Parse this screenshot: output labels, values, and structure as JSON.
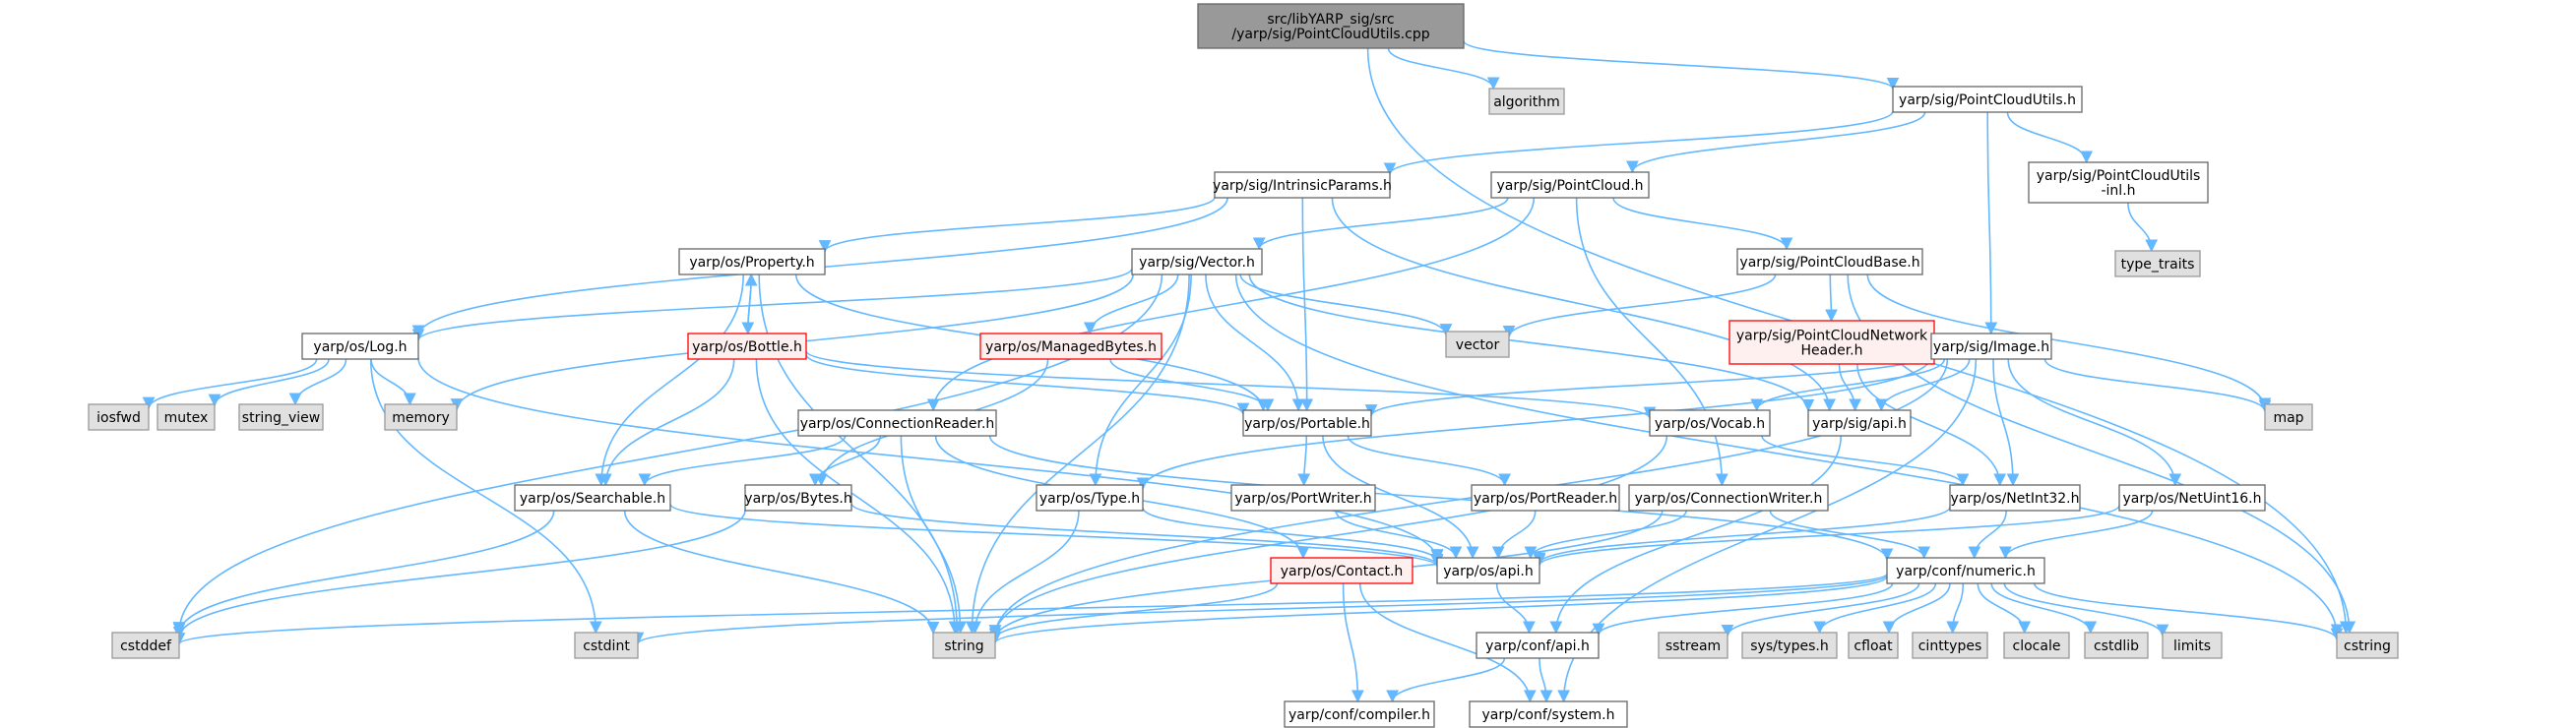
{
  "colors": {
    "edge": "#63b8ff",
    "node_fill": "#ffffff",
    "node_stroke": "#666666",
    "root_fill": "#999999",
    "root_stroke": "#666666",
    "system_fill": "#e0e0e0",
    "system_stroke": "#999999",
    "truncated_fill": "#fff0f0",
    "truncated_stroke": "#ff0000"
  },
  "nodes": [
    {
      "id": "root",
      "style": "root",
      "lines": [
        "src/libYARP_sig/src",
        "/yarp/sig/PointCloudUtils.cpp"
      ]
    },
    {
      "id": "algorithm",
      "style": "system",
      "lines": [
        "algorithm"
      ]
    },
    {
      "id": "pcu_h",
      "style": "normal",
      "lines": [
        "yarp/sig/PointCloudUtils.h"
      ]
    },
    {
      "id": "pcu_inl",
      "style": "normal",
      "lines": [
        "yarp/sig/PointCloudUtils",
        "-inl.h"
      ]
    },
    {
      "id": "type_traits",
      "style": "system",
      "lines": [
        "type_traits"
      ]
    },
    {
      "id": "intrinsic",
      "style": "normal",
      "lines": [
        "yarp/sig/IntrinsicParams.h"
      ]
    },
    {
      "id": "pointcloud",
      "style": "normal",
      "lines": [
        "yarp/sig/PointCloud.h"
      ]
    },
    {
      "id": "property",
      "style": "normal",
      "lines": [
        "yarp/os/Property.h"
      ]
    },
    {
      "id": "vector_h",
      "style": "normal",
      "lines": [
        "yarp/sig/Vector.h"
      ]
    },
    {
      "id": "pcbase",
      "style": "normal",
      "lines": [
        "yarp/sig/PointCloudBase.h"
      ]
    },
    {
      "id": "log",
      "style": "normal",
      "lines": [
        "yarp/os/Log.h"
      ]
    },
    {
      "id": "bottle",
      "style": "truncated",
      "lines": [
        "yarp/os/Bottle.h"
      ]
    },
    {
      "id": "managed",
      "style": "truncated",
      "lines": [
        "yarp/os/ManagedBytes.h"
      ]
    },
    {
      "id": "vector_sys",
      "style": "system",
      "lines": [
        "vector"
      ]
    },
    {
      "id": "pcnh",
      "style": "truncated",
      "lines": [
        "yarp/sig/PointCloudNetwork",
        "Header.h"
      ]
    },
    {
      "id": "image",
      "style": "normal",
      "lines": [
        "yarp/sig/Image.h"
      ]
    },
    {
      "id": "iosfwd",
      "style": "system",
      "lines": [
        "iosfwd"
      ]
    },
    {
      "id": "mutex",
      "style": "system",
      "lines": [
        "mutex"
      ]
    },
    {
      "id": "string_view",
      "style": "system",
      "lines": [
        "string_view"
      ]
    },
    {
      "id": "memory",
      "style": "system",
      "lines": [
        "memory"
      ]
    },
    {
      "id": "connreader",
      "style": "normal",
      "lines": [
        "yarp/os/ConnectionReader.h"
      ]
    },
    {
      "id": "portable",
      "style": "normal",
      "lines": [
        "yarp/os/Portable.h"
      ]
    },
    {
      "id": "vocab",
      "style": "normal",
      "lines": [
        "yarp/os/Vocab.h"
      ]
    },
    {
      "id": "sigapi",
      "style": "normal",
      "lines": [
        "yarp/sig/api.h"
      ]
    },
    {
      "id": "map",
      "style": "system",
      "lines": [
        "map"
      ]
    },
    {
      "id": "searchable",
      "style": "normal",
      "lines": [
        "yarp/os/Searchable.h"
      ]
    },
    {
      "id": "bytes",
      "style": "normal",
      "lines": [
        "yarp/os/Bytes.h"
      ]
    },
    {
      "id": "type_h",
      "style": "normal",
      "lines": [
        "yarp/os/Type.h"
      ]
    },
    {
      "id": "portwriter",
      "style": "normal",
      "lines": [
        "yarp/os/PortWriter.h"
      ]
    },
    {
      "id": "portreader",
      "style": "normal",
      "lines": [
        "yarp/os/PortReader.h"
      ]
    },
    {
      "id": "connwriter",
      "style": "normal",
      "lines": [
        "yarp/os/ConnectionWriter.h"
      ]
    },
    {
      "id": "netint32",
      "style": "normal",
      "lines": [
        "yarp/os/NetInt32.h"
      ]
    },
    {
      "id": "netuint16",
      "style": "normal",
      "lines": [
        "yarp/os/NetUint16.h"
      ]
    },
    {
      "id": "contact",
      "style": "truncated",
      "lines": [
        "yarp/os/Contact.h"
      ]
    },
    {
      "id": "osapi",
      "style": "normal",
      "lines": [
        "yarp/os/api.h"
      ]
    },
    {
      "id": "numeric",
      "style": "normal",
      "lines": [
        "yarp/conf/numeric.h"
      ]
    },
    {
      "id": "cstddef",
      "style": "system",
      "lines": [
        "cstddef"
      ]
    },
    {
      "id": "cstdint",
      "style": "system",
      "lines": [
        "cstdint"
      ]
    },
    {
      "id": "string",
      "style": "system",
      "lines": [
        "string"
      ]
    },
    {
      "id": "confapi",
      "style": "normal",
      "lines": [
        "yarp/conf/api.h"
      ]
    },
    {
      "id": "sstream",
      "style": "system",
      "lines": [
        "sstream"
      ]
    },
    {
      "id": "systypes",
      "style": "system",
      "lines": [
        "sys/types.h"
      ]
    },
    {
      "id": "cfloat",
      "style": "system",
      "lines": [
        "cfloat"
      ]
    },
    {
      "id": "cinttypes",
      "style": "system",
      "lines": [
        "cinttypes"
      ]
    },
    {
      "id": "clocale",
      "style": "system",
      "lines": [
        "clocale"
      ]
    },
    {
      "id": "cstdlib",
      "style": "system",
      "lines": [
        "cstdlib"
      ]
    },
    {
      "id": "limits",
      "style": "system",
      "lines": [
        "limits"
      ]
    },
    {
      "id": "cstring",
      "style": "system",
      "lines": [
        "cstring"
      ]
    },
    {
      "id": "compiler",
      "style": "normal",
      "lines": [
        "yarp/conf/compiler.h"
      ]
    },
    {
      "id": "confsystem",
      "style": "normal",
      "lines": [
        "yarp/conf/system.h"
      ]
    }
  ],
  "edges": [
    [
      "root",
      "pcu_h"
    ],
    [
      "root",
      "algorithm"
    ],
    [
      "root",
      "cstring"
    ],
    [
      "pcu_h",
      "intrinsic"
    ],
    [
      "pcu_h",
      "pointcloud"
    ],
    [
      "pcu_h",
      "pcu_inl"
    ],
    [
      "pcu_h",
      "image"
    ],
    [
      "pcu_inl",
      "type_traits"
    ],
    [
      "intrinsic",
      "property"
    ],
    [
      "intrinsic",
      "log"
    ],
    [
      "intrinsic",
      "portable"
    ],
    [
      "intrinsic",
      "sigapi"
    ],
    [
      "pointcloud",
      "vector_h"
    ],
    [
      "pointcloud",
      "pcbase"
    ],
    [
      "pointcloud",
      "connreader"
    ],
    [
      "pointcloud",
      "connwriter"
    ],
    [
      "property",
      "bottle"
    ],
    [
      "property",
      "searchable"
    ],
    [
      "property",
      "portable"
    ],
    [
      "property",
      "string"
    ],
    [
      "bottle",
      "property"
    ],
    [
      "bottle",
      "searchable"
    ],
    [
      "bottle",
      "portable"
    ],
    [
      "bottle",
      "string"
    ],
    [
      "bottle",
      "vocab"
    ],
    [
      "vector_h",
      "log"
    ],
    [
      "vector_h",
      "managed"
    ],
    [
      "vector_h",
      "vector_sys"
    ],
    [
      "vector_h",
      "portable"
    ],
    [
      "vector_h",
      "type_h"
    ],
    [
      "vector_h",
      "sigapi"
    ],
    [
      "vector_h",
      "memory"
    ],
    [
      "vector_h",
      "cstddef"
    ],
    [
      "vector_h",
      "string"
    ],
    [
      "vector_h",
      "cstring"
    ],
    [
      "pcbase",
      "vector_sys"
    ],
    [
      "pcbase",
      "pcnh"
    ],
    [
      "pcbase",
      "map"
    ],
    [
      "pcbase",
      "cstring"
    ],
    [
      "pcnh",
      "sigapi"
    ],
    [
      "pcnh",
      "netint32"
    ],
    [
      "log",
      "iosfwd"
    ],
    [
      "log",
      "mutex"
    ],
    [
      "log",
      "string_view"
    ],
    [
      "log",
      "memory"
    ],
    [
      "log",
      "cstdint"
    ],
    [
      "log",
      "osapi"
    ],
    [
      "managed",
      "portable"
    ],
    [
      "managed",
      "bytes"
    ],
    [
      "image",
      "portable"
    ],
    [
      "image",
      "vocab"
    ],
    [
      "image",
      "sigapi"
    ],
    [
      "image",
      "map"
    ],
    [
      "image",
      "netint32"
    ],
    [
      "image",
      "netuint16"
    ],
    [
      "image",
      "confsystem"
    ],
    [
      "image",
      "string"
    ],
    [
      "image",
      "type_h"
    ],
    [
      "connreader",
      "searchable"
    ],
    [
      "connreader",
      "bytes"
    ],
    [
      "connreader",
      "contact"
    ],
    [
      "connreader",
      "numeric"
    ],
    [
      "connreader",
      "string"
    ],
    [
      "portable",
      "portwriter"
    ],
    [
      "portable",
      "portreader"
    ],
    [
      "portable",
      "osapi"
    ],
    [
      "vocab",
      "netint32"
    ],
    [
      "vocab",
      "string"
    ],
    [
      "sigapi",
      "confapi"
    ],
    [
      "searchable",
      "osapi"
    ],
    [
      "searchable",
      "string"
    ],
    [
      "searchable",
      "cstddef"
    ],
    [
      "bytes",
      "osapi"
    ],
    [
      "bytes",
      "cstddef"
    ],
    [
      "type_h",
      "osapi"
    ],
    [
      "type_h",
      "string"
    ],
    [
      "portwriter",
      "osapi"
    ],
    [
      "portreader",
      "osapi"
    ],
    [
      "connwriter",
      "osapi"
    ],
    [
      "connwriter",
      "numeric"
    ],
    [
      "connwriter",
      "string"
    ],
    [
      "netint32",
      "numeric"
    ],
    [
      "netint32",
      "osapi"
    ],
    [
      "netuint16",
      "numeric"
    ],
    [
      "netuint16",
      "osapi"
    ],
    [
      "contact",
      "string"
    ],
    [
      "contact",
      "compiler"
    ],
    [
      "contact",
      "confsystem"
    ],
    [
      "osapi",
      "confapi"
    ],
    [
      "numeric",
      "confapi"
    ],
    [
      "numeric",
      "cstddef"
    ],
    [
      "numeric",
      "cstdint"
    ],
    [
      "numeric",
      "string"
    ],
    [
      "numeric",
      "sstream"
    ],
    [
      "numeric",
      "systypes"
    ],
    [
      "numeric",
      "cfloat"
    ],
    [
      "numeric",
      "cinttypes"
    ],
    [
      "numeric",
      "clocale"
    ],
    [
      "numeric",
      "cstdlib"
    ],
    [
      "numeric",
      "limits"
    ],
    [
      "numeric",
      "cstring"
    ],
    [
      "confapi",
      "compiler"
    ],
    [
      "confapi",
      "confsystem"
    ]
  ]
}
